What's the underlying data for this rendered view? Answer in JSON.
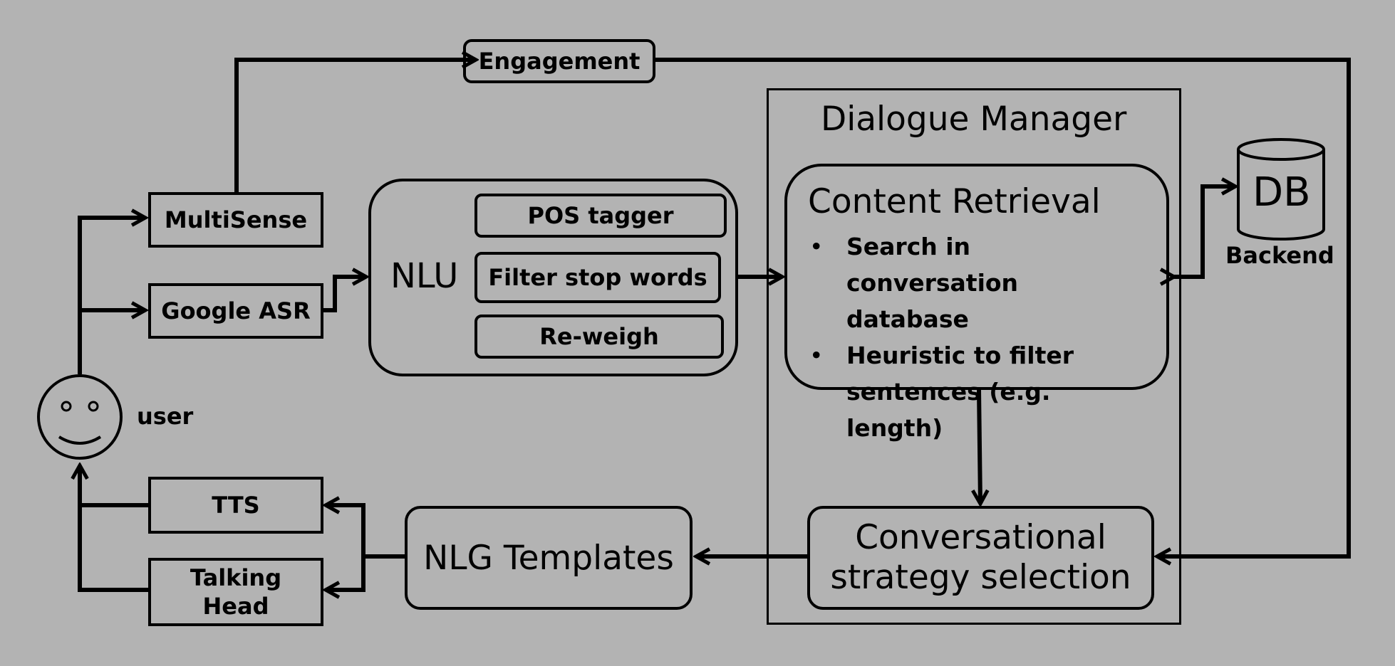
{
  "user": {
    "label": "user"
  },
  "inputs": {
    "multisense": "MultiSense",
    "asr": "Google ASR"
  },
  "engagement": {
    "label": "Engagement"
  },
  "nlu": {
    "title": "NLU",
    "steps": [
      "POS tagger",
      "Filter stop words",
      "Re-weigh"
    ]
  },
  "dialogue_manager": {
    "title": "Dialogue Manager",
    "content_retrieval": {
      "title": "Content Retrieval",
      "bullets": [
        "Search in conversation database",
        "Heuristic to filter sentences (e.g. length)"
      ]
    },
    "strategy": {
      "line1": "Conversational",
      "line2": "strategy selection"
    }
  },
  "db": {
    "label": "DB",
    "caption": "Backend"
  },
  "nlg": {
    "label": "NLG Templates"
  },
  "outputs": {
    "tts": "TTS",
    "talking_head_line1": "Talking",
    "talking_head_line2": "Head"
  }
}
